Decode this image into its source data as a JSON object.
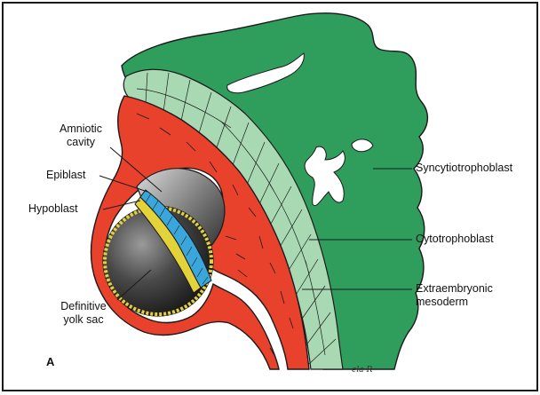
{
  "labels": {
    "amniotic_cavity": "Amniotic\ncavity",
    "epiblast": "Epiblast",
    "hypoblast": "Hypoblast",
    "definitive_yolk_sac": "Definitive\nyolk sac",
    "syncytiotrophoblast": "Syncytiotrophoblast",
    "cytotrophoblast": "Cytotrophoblast",
    "extraembryonic_mesoderm": "Extraembryonic\nmesoderm"
  },
  "panel_letter": "A",
  "signature": "ela-R",
  "colors": {
    "syncytiotrophoblast": "#2f9e5c",
    "cytotrophoblast": "#a9d9b3",
    "mesoderm": "#e8412c",
    "epiblast": "#3aa6dc",
    "hypoblast": "#e3d23a",
    "yolk_sac": "#3a3a3a",
    "outline": "#1a1a1a"
  }
}
